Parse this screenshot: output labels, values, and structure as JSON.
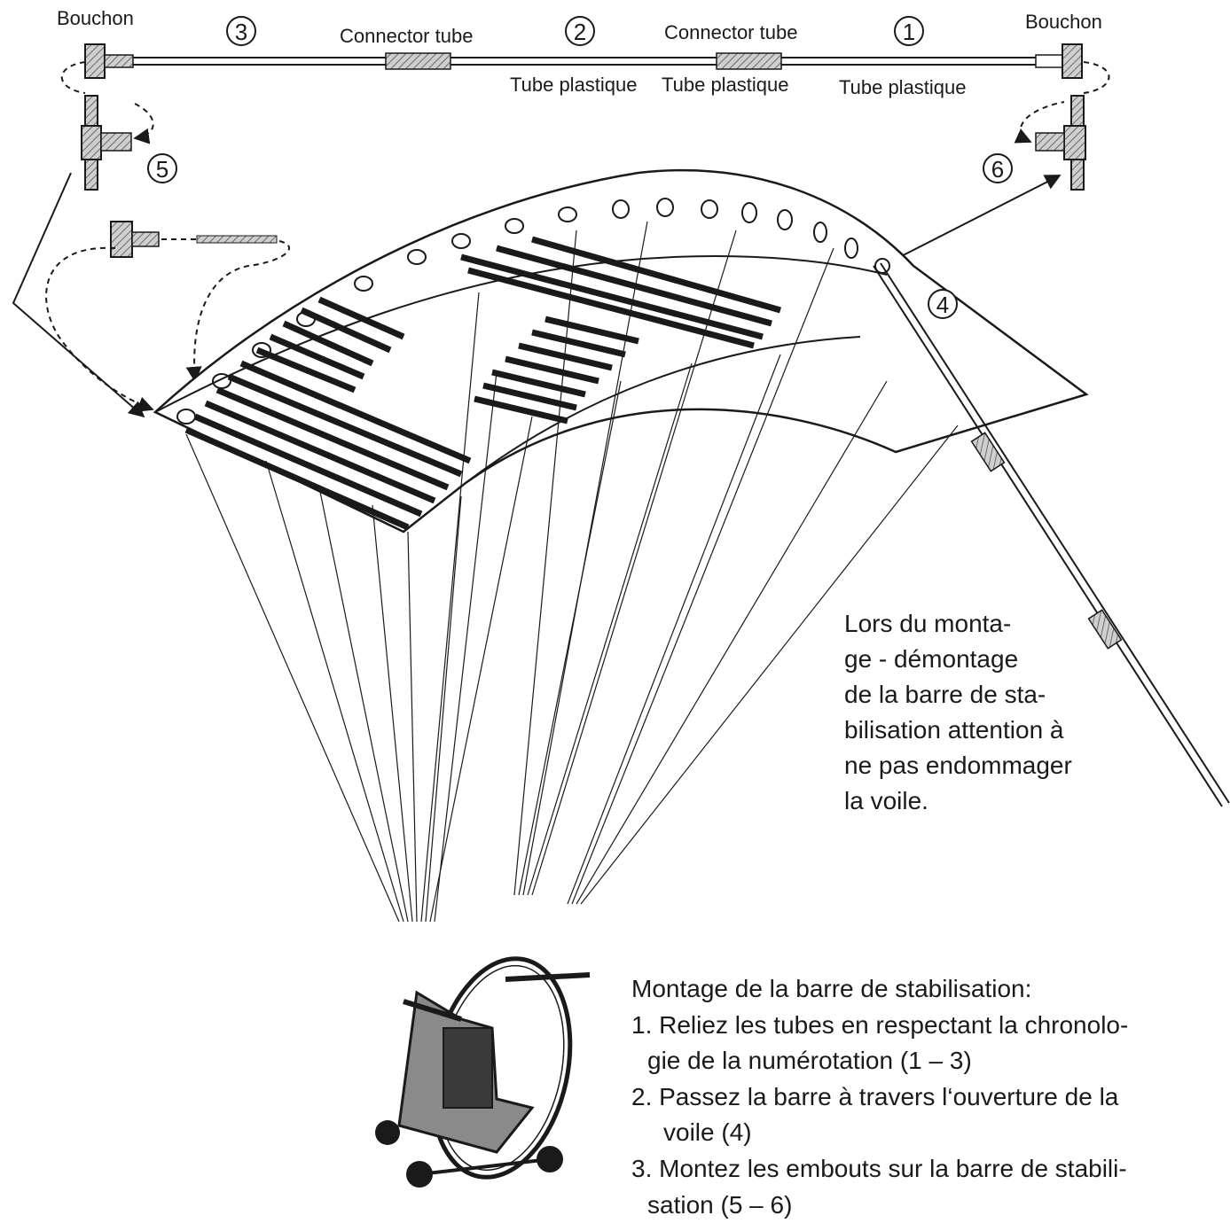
{
  "labels": {
    "bouchon_left": "Bouchon",
    "bouchon_right": "Bouchon",
    "connector_tube_left": "Connector tube",
    "connector_tube_right": "Connector tube",
    "tube_plastique_1": "Tube plastique",
    "tube_plastique_2": "Tube plastique",
    "tube_plastique_3": "Tube plastique"
  },
  "markers": {
    "m1": "1",
    "m2": "2",
    "m3": "3",
    "m4": "4",
    "m5": "5",
    "m6": "6"
  },
  "caution_note": {
    "lines": [
      "Lors du monta-",
      "ge - démontage",
      "de la barre de sta-",
      "bilisation attention à",
      "ne pas endommager",
      "la voile."
    ]
  },
  "instructions": {
    "title": "Montage de la barre de stabilisation:",
    "step1_line1": "1. Reliez les tubes en respectant la  chronolo-",
    "step1_line2": "gie de la numérotation (1 – 3)",
    "step2_line1": "2. Passez la barre à travers l‘ouverture de la",
    "step2_line2": "voile    (4)",
    "step3_line1": "3. Montez les embouts sur la barre de stabili-",
    "step3_line2": "sation (5 – 6)"
  },
  "colors": {
    "ink": "#1a1a1a",
    "hatch": "#7a7a7a",
    "background": "#ffffff"
  }
}
